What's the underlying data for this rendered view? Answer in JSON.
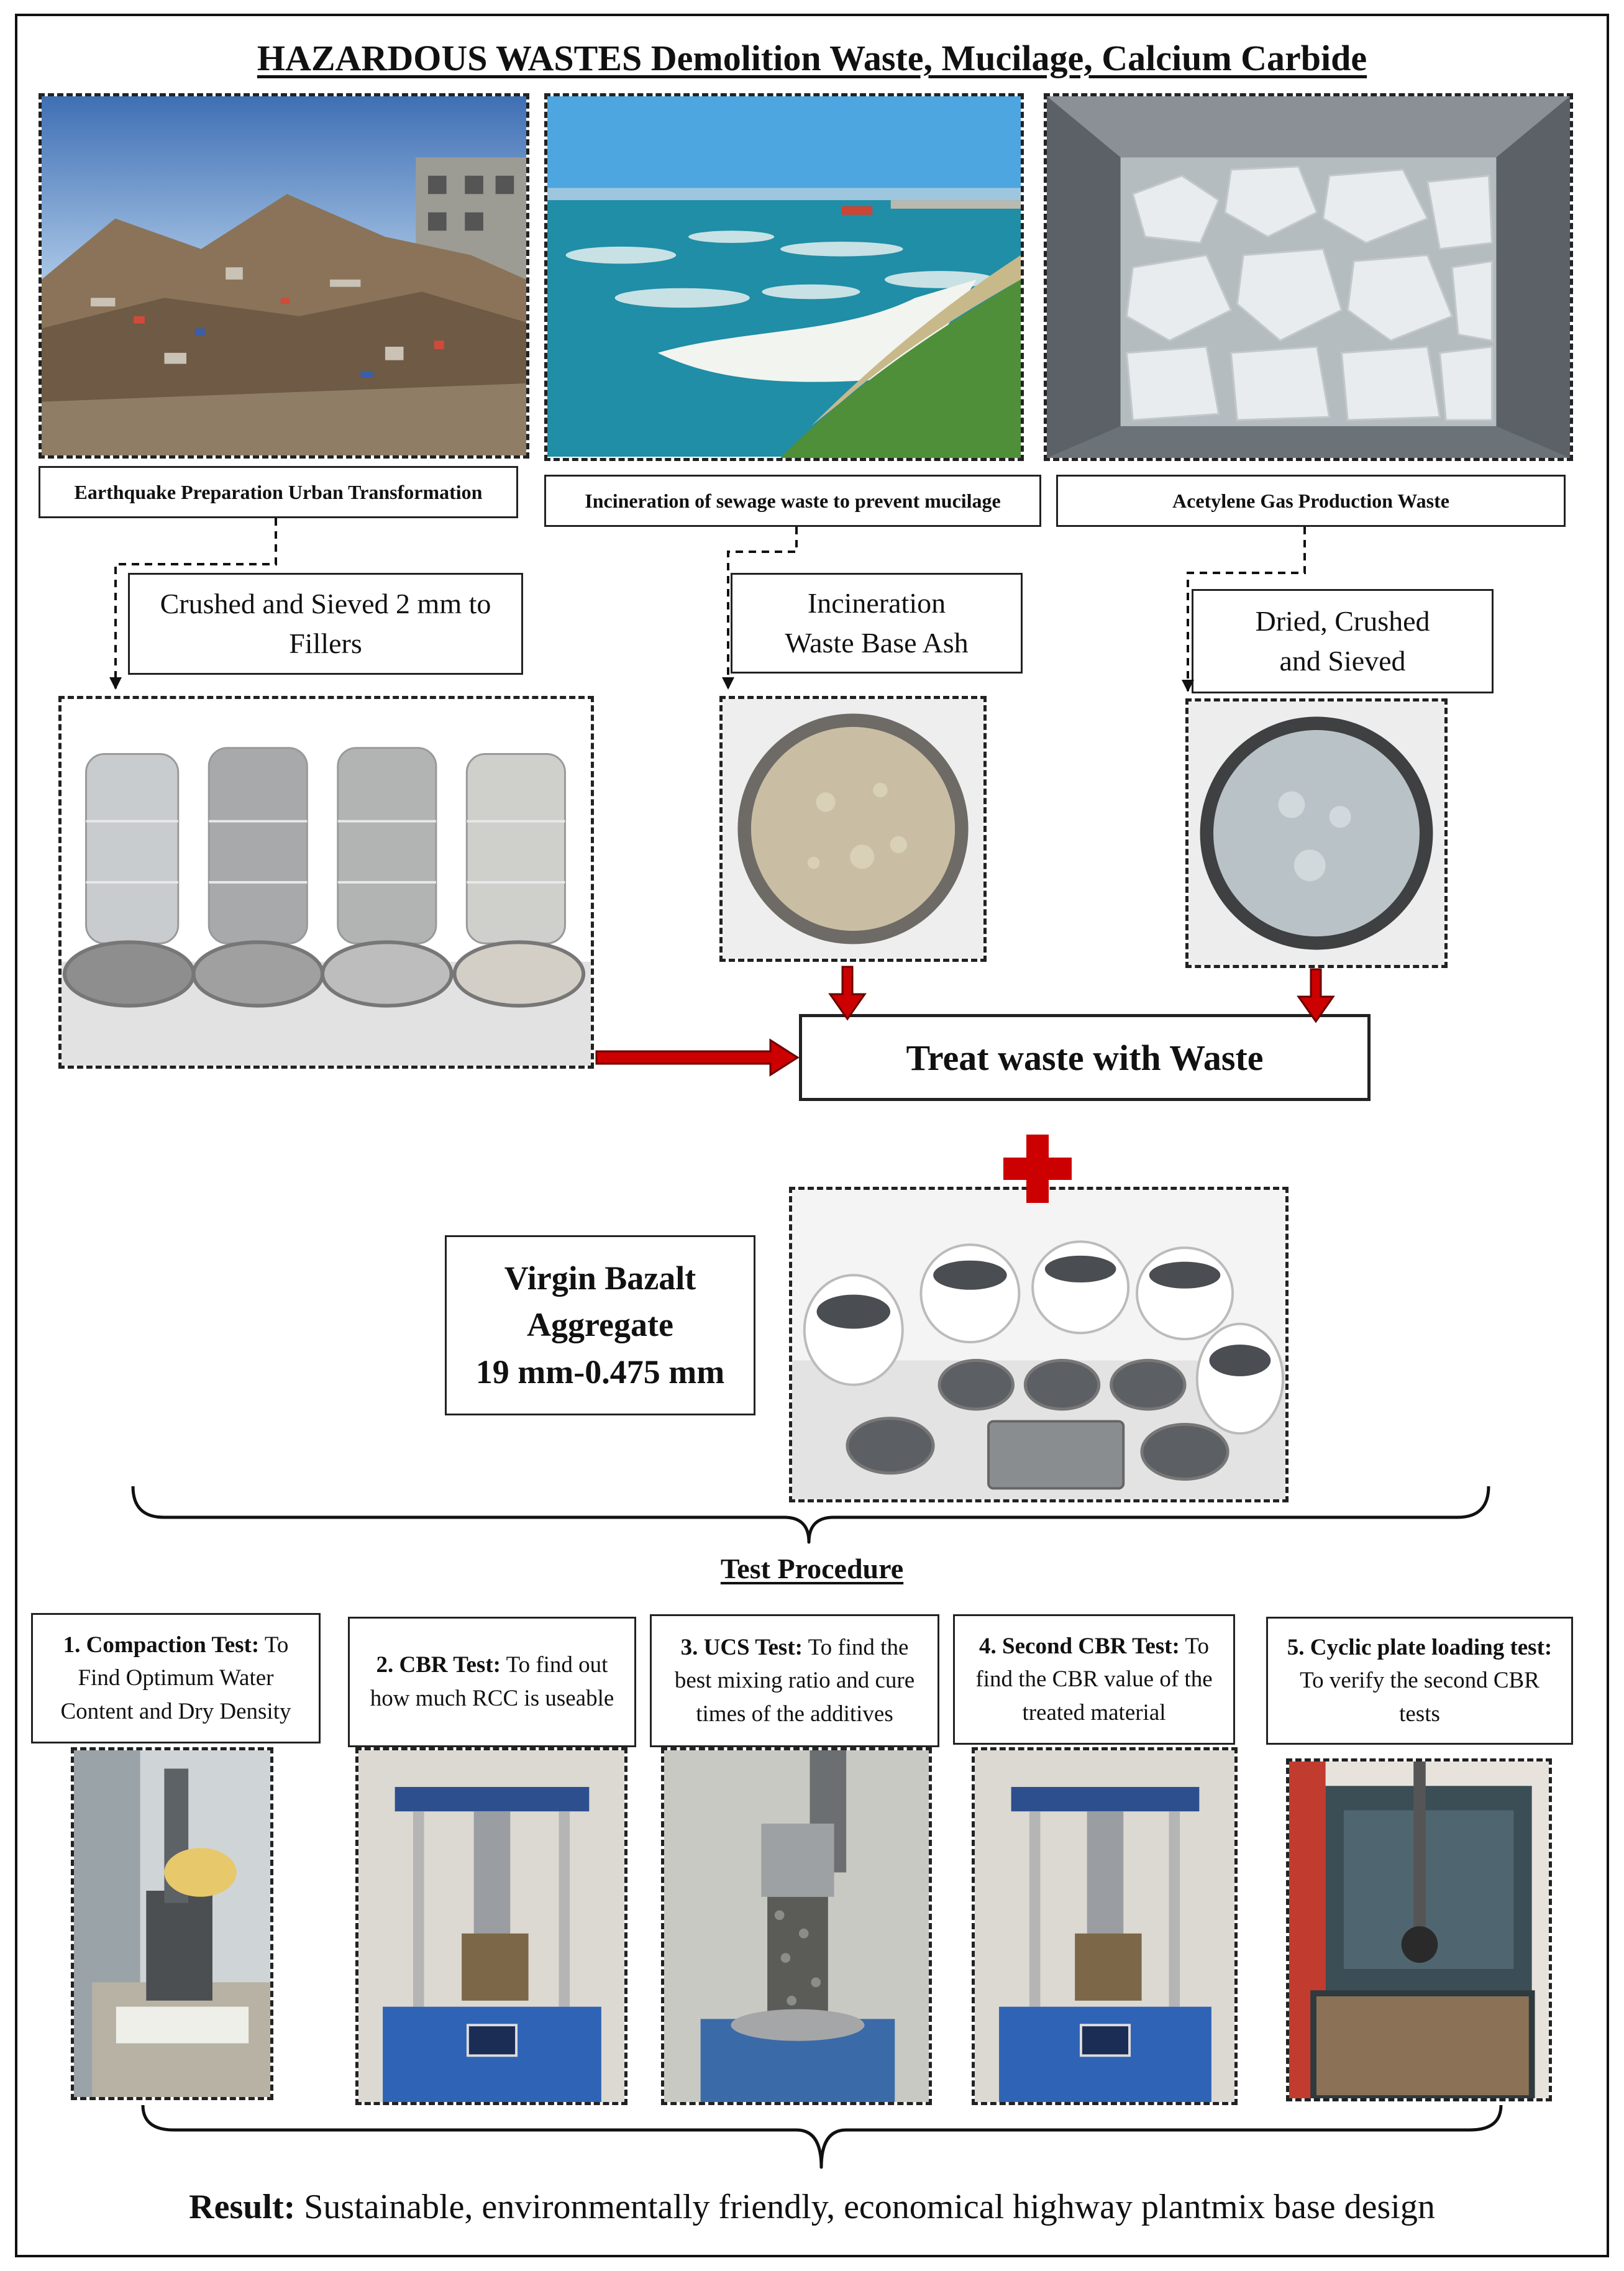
{
  "title": "HAZARDOUS WASTES Demolition Waste, Mucilage, Calcium Carbide",
  "sources": [
    {
      "label": "Earthquake Preparation Urban Transformation"
    },
    {
      "label": "Incineration of sewage waste to prevent mucilage"
    },
    {
      "label": "Acetylene Gas Production Waste"
    }
  ],
  "processing": [
    {
      "line1": "Crushed and Sieved 2 mm to",
      "line2": "Fillers"
    },
    {
      "line1": "Incineration",
      "line2": "Waste Base Ash"
    },
    {
      "line1": "Dried, Crushed",
      "line2": "and Sieved"
    }
  ],
  "treat_label": "Treat waste with Waste",
  "virgin": {
    "line1": "Virgin Bazalt",
    "line2": "Aggregate",
    "line3": "19 mm-0.475 mm"
  },
  "test_procedure_heading": "Test Procedure",
  "tests": [
    {
      "title": "1. Compaction Test:",
      "text": "To Find Optimum Water Content and Dry Density"
    },
    {
      "title": "2. CBR Test:",
      "text": "To find out how much RCC is useable"
    },
    {
      "title": "3. UCS Test:",
      "text": "To find the best mixing ratio and cure times of the additives"
    },
    {
      "title": "4. Second CBR Test:",
      "text": "To find the CBR value of the treated material"
    },
    {
      "title": "5. Cyclic plate loading test:",
      "text": "To verify the second CBR tests"
    }
  ],
  "result": {
    "label": "Result:",
    "text": "Sustainable, environmentally friendly, economical highway plantmix base design"
  },
  "colors": {
    "arrow": "#cc0000",
    "plus": "#cc0000",
    "border": "#222222"
  }
}
